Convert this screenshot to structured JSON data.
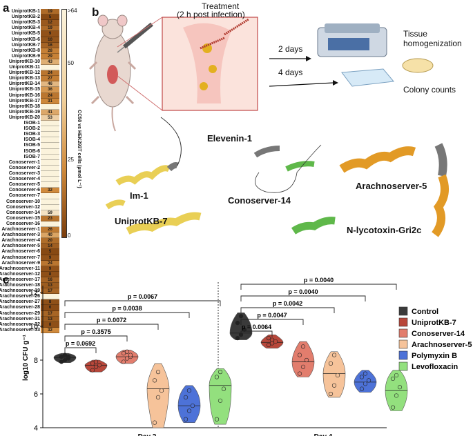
{
  "panel_a": {
    "label": "a",
    "scale_top": ">64",
    "scale_mid_high": "50",
    "scale_mid_low": "25",
    "scale_bottom": "0",
    "axis_title": "CC50 vs HEK293T cells (μmol L⁻¹)",
    "colors": {
      "low": "#7a3d0c",
      "mid": "#d08a3c",
      "high": "#fbf1d8"
    },
    "rows": [
      {
        "name": "UniprotKB-1",
        "value": "19"
      },
      {
        "name": "UniprotKB-2",
        "value": "5"
      },
      {
        "name": "UniprotKB-3",
        "value": "12"
      },
      {
        "name": "UniprotKB-4",
        "value": "19"
      },
      {
        "name": "UniprotKB-5",
        "value": "9"
      },
      {
        "name": "UniprotKB-6",
        "value": "10"
      },
      {
        "name": "UniprotKB-7",
        "value": "16"
      },
      {
        "name": "UniprotKB-8",
        "value": "28"
      },
      {
        "name": "UniprotKB-9",
        "value": "29"
      },
      {
        "name": "UniprotKB-10",
        "value": "43"
      },
      {
        "name": "UniprotKB-11",
        "value": ""
      },
      {
        "name": "UniprotKB-12",
        "value": "24"
      },
      {
        "name": "UniprotKB-13",
        "value": "27"
      },
      {
        "name": "UniprotKB-14",
        "value": "46"
      },
      {
        "name": "UniprotKB-15",
        "value": "36"
      },
      {
        "name": "UniprotKB-16",
        "value": "24"
      },
      {
        "name": "UniprotKB-17",
        "value": "31"
      },
      {
        "name": "UniprotKB-18",
        "value": ""
      },
      {
        "name": "UniprotKB-19",
        "value": "41"
      },
      {
        "name": "UniprotKB-20",
        "value": "53"
      },
      {
        "name": "ISOB-1",
        "value": ""
      },
      {
        "name": "ISOB-2",
        "value": ""
      },
      {
        "name": "ISOB-3",
        "value": ""
      },
      {
        "name": "ISOB-4",
        "value": ""
      },
      {
        "name": "ISOB-5",
        "value": ""
      },
      {
        "name": "ISOB-6",
        "value": ""
      },
      {
        "name": "ISOB-7",
        "value": ""
      },
      {
        "name": "Conoserver-1",
        "value": ""
      },
      {
        "name": "Conoserver-2",
        "value": ""
      },
      {
        "name": "Conoserver-3",
        "value": ""
      },
      {
        "name": "Conoserver-4",
        "value": ""
      },
      {
        "name": "Conoserver-5",
        "value": ""
      },
      {
        "name": "Conoserver-6",
        "value": "32"
      },
      {
        "name": "Conoserver-7",
        "value": ""
      },
      {
        "name": "Conoserver-10",
        "value": ""
      },
      {
        "name": "Conoserver-12",
        "value": ""
      },
      {
        "name": "Conoserver-14",
        "value": "59"
      },
      {
        "name": "Conoserver-15",
        "value": "23"
      },
      {
        "name": "Conoserver-16",
        "value": ""
      },
      {
        "name": "Arachnoserver-1",
        "value": "26"
      },
      {
        "name": "Arachnoserver-3",
        "value": "40"
      },
      {
        "name": "Arachnoserver-4",
        "value": "20"
      },
      {
        "name": "Arachnoserver-5",
        "value": "14"
      },
      {
        "name": "Arachnoserver-6",
        "value": "5"
      },
      {
        "name": "Arachnoserver-7",
        "value": "9"
      },
      {
        "name": "Arachnoserver-9",
        "value": "24"
      },
      {
        "name": "Arachnoserver-11",
        "value": "9"
      },
      {
        "name": "Arachnoserver-12",
        "value": "8"
      },
      {
        "name": "Arachnoserver-17",
        "value": "16"
      },
      {
        "name": "Arachnoserver-18",
        "value": "13"
      },
      {
        "name": "Arachnoserver-19",
        "value": "17"
      },
      {
        "name": "Arachnoserver-26",
        "value": ""
      },
      {
        "name": "Arachnoserver-27",
        "value": "8"
      },
      {
        "name": "Arachnoserver-28",
        "value": "6"
      },
      {
        "name": "Arachnoserver-29",
        "value": "17"
      },
      {
        "name": "Arachnoserver-31",
        "value": "13"
      },
      {
        "name": "Arachnoserver-32",
        "value": "8"
      },
      {
        "name": "Arachnoserver-33",
        "value": "32"
      }
    ]
  },
  "panel_b": {
    "label": "b",
    "treatment_line1": "Treatment",
    "treatment_line2": "(2 h post infection)",
    "arrow1": "2 days",
    "arrow2": "4 days",
    "out1_line1": "Tissue",
    "out1_line2": "homogenization",
    "out2": "Colony counts",
    "peptides": {
      "p1": "Im-1",
      "p2": "UniprotKB-7",
      "p3": "Elevenin-1",
      "p4": "Conoserver-14",
      "p5": "Arachnoserver-5",
      "p6": "N-lycotoxin-Gri2c"
    },
    "colors": {
      "yellow": "#e9cf55",
      "gray": "#777777",
      "green": "#5fb84a",
      "orange": "#e29a26"
    }
  },
  "panel_c": {
    "label": "c",
    "chart_data": {
      "type": "box",
      "ylabel": "log10 CFU g⁻¹",
      "ylim": [
        4,
        12
      ],
      "yticks": [
        "4",
        "6",
        "8",
        "10",
        "12"
      ],
      "groups": [
        "Day 2",
        "Day 4"
      ],
      "series": [
        {
          "name": "Control",
          "color": "#3a3a3a",
          "day2": {
            "min": 7.85,
            "q1": 8.0,
            "med": 8.15,
            "q3": 8.3,
            "max": 8.4,
            "pts": [
              7.9,
              8.0,
              8.1,
              8.2,
              8.3,
              8.2
            ]
          },
          "day4": {
            "min": 9.2,
            "q1": 9.4,
            "med": 9.6,
            "q3": 10.2,
            "max": 10.8,
            "pts": [
              9.3,
              9.5,
              9.8,
              10.2,
              10.6
            ]
          }
        },
        {
          "name": "UniprotKB-7",
          "color": "#b8473a",
          "day2": {
            "min": 7.3,
            "q1": 7.5,
            "med": 7.7,
            "q3": 7.8,
            "max": 8.0,
            "pts": [
              7.4,
              7.6,
              7.7,
              7.8,
              7.9
            ]
          },
          "day4": {
            "min": 8.7,
            "q1": 8.9,
            "med": 9.05,
            "q3": 9.2,
            "max": 9.5,
            "pts": [
              8.9,
              9.0,
              9.1,
              9.3,
              9.2
            ]
          }
        },
        {
          "name": "Conoserver-14",
          "color": "#e27d6d",
          "day2": {
            "min": 7.8,
            "q1": 8.0,
            "med": 8.2,
            "q3": 8.4,
            "max": 8.6,
            "pts": [
              7.9,
              8.1,
              8.2,
              8.4,
              8.5,
              8.3
            ]
          },
          "day4": {
            "min": 7.0,
            "q1": 7.4,
            "med": 7.9,
            "q3": 8.4,
            "max": 9.1,
            "pts": [
              7.2,
              7.6,
              8.0,
              8.3,
              8.8
            ]
          }
        },
        {
          "name": "Arachnoserver-5",
          "color": "#f6c39a",
          "day2": {
            "min": 4.0,
            "q1": 5.5,
            "med": 6.3,
            "q3": 6.9,
            "max": 7.8,
            "pts": [
              4.3,
              5.8,
              6.2,
              6.8,
              7.3
            ]
          },
          "day4": {
            "min": 5.8,
            "q1": 6.3,
            "med": 7.2,
            "q3": 7.8,
            "max": 8.5,
            "pts": [
              6.0,
              6.5,
              7.1,
              7.8,
              8.3
            ]
          }
        },
        {
          "name": "Polymyxin B",
          "color": "#4d72d8",
          "day2": {
            "min": 4.3,
            "q1": 4.8,
            "med": 5.3,
            "q3": 6.0,
            "max": 6.5,
            "pts": [
              4.5,
              5.0,
              5.3,
              5.8,
              6.2
            ]
          },
          "day4": {
            "min": 6.1,
            "q1": 6.4,
            "med": 6.7,
            "q3": 7.0,
            "max": 7.4,
            "pts": [
              6.3,
              6.6,
              6.8,
              7.0,
              7.2
            ]
          }
        },
        {
          "name": "Levofloxacin",
          "color": "#93e07e",
          "day2": {
            "min": 4.2,
            "q1": 5.0,
            "med": 6.5,
            "q3": 7.0,
            "max": 7.5,
            "pts": [
              4.5,
              5.6,
              6.3,
              7.0,
              7.3
            ]
          },
          "day4": {
            "min": 5.0,
            "q1": 5.6,
            "med": 6.2,
            "q3": 6.9,
            "max": 7.4,
            "pts": [
              5.2,
              5.9,
              6.4,
              6.9,
              7.1
            ]
          }
        }
      ],
      "pvalues_day2": [
        "p = 0.0692",
        "p = 0.3575",
        "p = 0.0072",
        "p = 0.0038",
        "p = 0.0067"
      ],
      "pvalues_day4": [
        "p = 0.0064",
        "p = 0.0047",
        "p = 0.0042",
        "p = 0.0040",
        "p = 0.0040"
      ]
    }
  }
}
